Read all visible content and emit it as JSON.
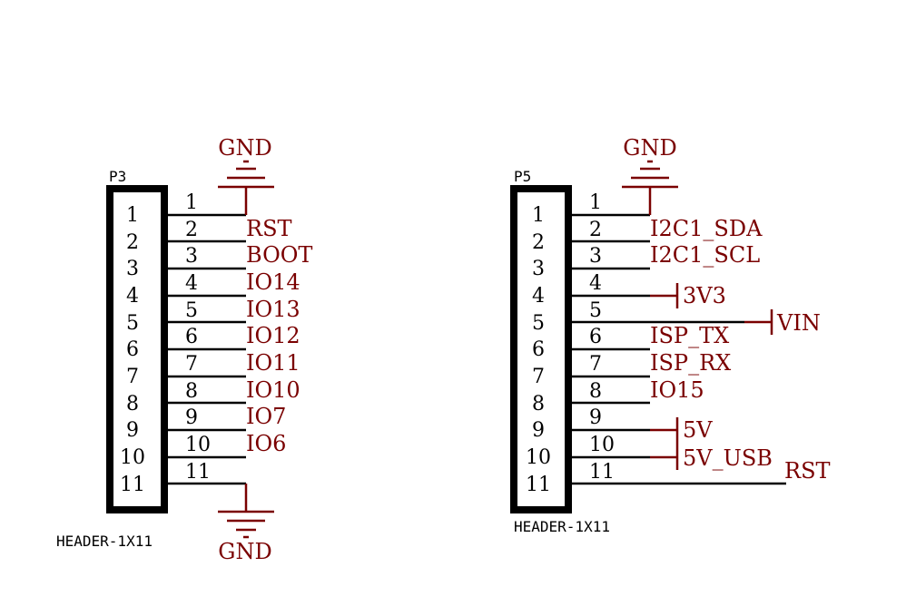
{
  "diagram": {
    "net_color": "#7a0000",
    "wire_color": "#000000",
    "headers": [
      {
        "refdes": "P3",
        "part": "HEADER-1X11",
        "pins": [
          {
            "number": "1",
            "net": ""
          },
          {
            "number": "2",
            "net": "RST"
          },
          {
            "number": "3",
            "net": "BOOT"
          },
          {
            "number": "4",
            "net": "IO14"
          },
          {
            "number": "5",
            "net": "IO13"
          },
          {
            "number": "6",
            "net": "IO12"
          },
          {
            "number": "7",
            "net": "IO11"
          },
          {
            "number": "8",
            "net": "IO10"
          },
          {
            "number": "9",
            "net": "IO7"
          },
          {
            "number": "10",
            "net": "IO6"
          },
          {
            "number": "11",
            "net": ""
          }
        ],
        "ground_top": "GND",
        "ground_bottom": "GND"
      },
      {
        "refdes": "P5",
        "part": "HEADER-1X11",
        "pins": [
          {
            "number": "1",
            "net": ""
          },
          {
            "number": "2",
            "net": "I2C1_SDA"
          },
          {
            "number": "3",
            "net": "I2C1_SCL"
          },
          {
            "number": "4",
            "net": "3V3"
          },
          {
            "number": "5",
            "net": "VIN"
          },
          {
            "number": "6",
            "net": "ISP_TX"
          },
          {
            "number": "7",
            "net": "ISP_RX"
          },
          {
            "number": "8",
            "net": "IO15"
          },
          {
            "number": "9",
            "net": "5V"
          },
          {
            "number": "10",
            "net": "5V_USB"
          },
          {
            "number": "11",
            "net": "RST"
          }
        ],
        "ground_top": "GND"
      }
    ]
  }
}
